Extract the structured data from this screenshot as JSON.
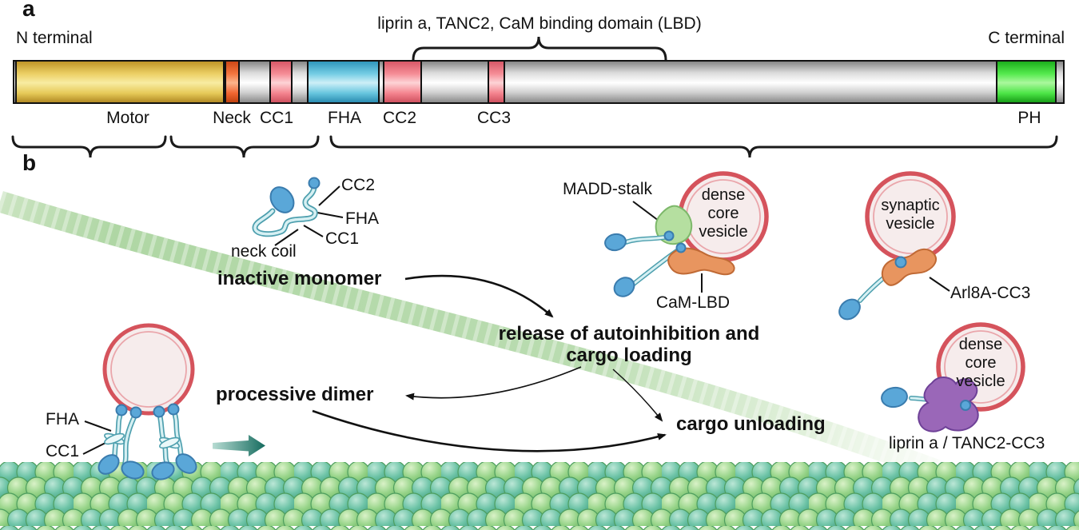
{
  "figure": {
    "panel_a_letter": "a",
    "panel_b_letter": "b"
  },
  "panel_a": {
    "n_terminal_label": "N terminal",
    "c_terminal_label": "C terminal",
    "lbd_bracket_label": "liprin a, TANC2, CaM binding domain (LBD)",
    "domains": {
      "motor": "Motor",
      "neck": "Neck",
      "cc1": "CC1",
      "fha": "FHA",
      "cc2": "CC2",
      "cc3": "CC3",
      "ph": "PH"
    },
    "colors": {
      "motor": "#ecd065",
      "neck": "#f4763f",
      "coiled_coil": "#f58d96",
      "fha": "#74cde4",
      "ph": "#55ea4e",
      "linker": "#dcdcdc",
      "outline": "#111111"
    }
  },
  "panel_b": {
    "inactive_monomer": {
      "cc2_label": "CC2",
      "fha_label": "FHA",
      "cc1_label": "CC1",
      "neck_coil_label": "neck coil",
      "caption": "inactive monomer"
    },
    "transitions": {
      "release_line1": "release of autoinhibition and",
      "release_line2": "cargo loading",
      "processive_dimer": "processive dimer",
      "cargo_unloading": "cargo unloading"
    },
    "processive_dimer_labels": {
      "fha": "FHA",
      "cc1": "CC1"
    },
    "madd_complex": {
      "madd_label": "MADD-stalk",
      "cam_lbd_label": "CaM-LBD",
      "vesicle_lines": [
        "dense",
        "core",
        "vesicle"
      ]
    },
    "arl8a_complex": {
      "label": "Arl8A-CC3",
      "vesicle_lines": [
        "synaptic",
        "vesicle"
      ]
    },
    "liprin_complex": {
      "label": "liprin a / TANC2-CC3",
      "vesicle_lines": [
        "dense",
        "core",
        "vesicle"
      ]
    },
    "colors": {
      "vesicle_ring": "#d5535c",
      "vesicle_fill": "#f6ecec",
      "motor_head_blue": "#5aa7d8",
      "stalk_light_blue": "#d6f0f3",
      "madd_green": "#b5dfa0",
      "adaptor_orange": "#e8955f",
      "liprin_purple": "#9a67b8",
      "microtubule_green": "#97d489",
      "microtubule_teal": "#6cc3a6",
      "band_green": "#a6d29a",
      "motility_arrow_teal": "#156b5e"
    }
  }
}
